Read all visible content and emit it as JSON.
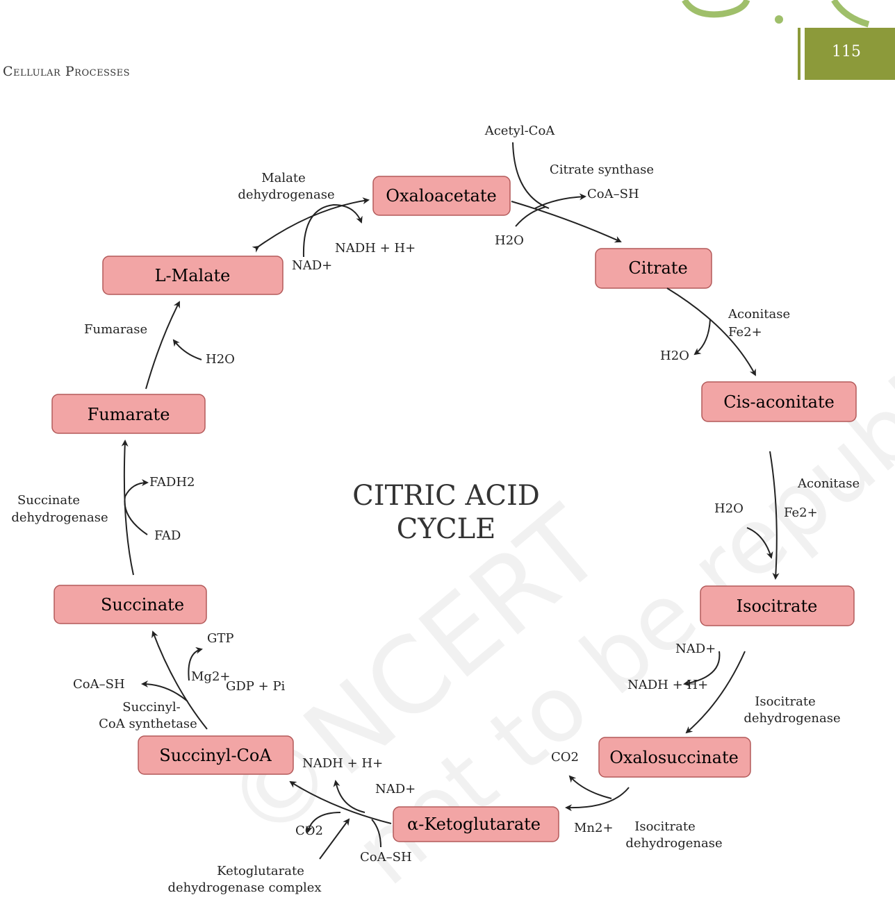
{
  "header": {
    "section": "Cellular Processes",
    "page_number": "115"
  },
  "watermark": {
    "line1": "©NCERT",
    "line2": "not to be republished"
  },
  "title": {
    "line1": "CITRIC ACID",
    "line2": "CYCLE"
  },
  "colors": {
    "box_fill": "#f2a5a5",
    "box_border": "#b35a5a",
    "accent": "#8c9a3a",
    "arrow": "#222222"
  },
  "metabolites": {
    "oxaloacetate": "Oxaloacetate",
    "citrate": "Citrate",
    "cis_aconitate": "Cis-aconitate",
    "isocitrate": "Isocitrate",
    "oxalosuccinate": "Oxalosuccinate",
    "ketoglutarate": "α-Ketoglutarate",
    "succinyl_coa": "Succinyl-CoA",
    "succinate": "Succinate",
    "fumarate": "Fumarate",
    "malate": "L-Malate"
  },
  "labels": {
    "acetyl_coa": "Acetyl-CoA",
    "citrate_synthase": "Citrate synthase",
    "coa_sh_top": "CoA–SH",
    "h2o_top": "H2O",
    "aconitase_1": "Aconitase",
    "fe_1": "Fe2+",
    "h2o_aco1": "H2O",
    "aconitase_2": "Aconitase",
    "h2o_aco2": "H2O",
    "fe_2": "Fe2+",
    "nad_iso": "NAD+",
    "nadh_iso": "NADH + H+",
    "idh_1a": "Isocitrate",
    "idh_1b": "dehydrogenase",
    "co2_oxs": "CO2",
    "mn": "Mn2+",
    "idh_2a": "Isocitrate",
    "idh_2b": "dehydrogenase",
    "nadh_kg": "NADH + H+",
    "nad_kg": "NAD+",
    "co2_kg": "CO2",
    "coa_sh_kg": "CoA–SH",
    "kgdh_a": "Ketoglutarate",
    "kgdh_b": "dehydrogenase complex",
    "gtp": "GTP",
    "mg": "Mg2+",
    "gdp_pi": "GDP + Pi",
    "coa_sh_scs": "CoA–SH",
    "scs_a": "Succinyl-",
    "scs_b": "CoA synthetase",
    "fadh2": "FADH2",
    "fad": "FAD",
    "sdh_a": "Succinate",
    "sdh_b": "dehydrogenase",
    "fumarase": "Fumarase",
    "h2o_fum": "H2O",
    "mdh_a": "Malate",
    "mdh_b": "dehydrogenase",
    "nad_mal": "NAD+",
    "nadh_mal": "NADH + H+"
  }
}
